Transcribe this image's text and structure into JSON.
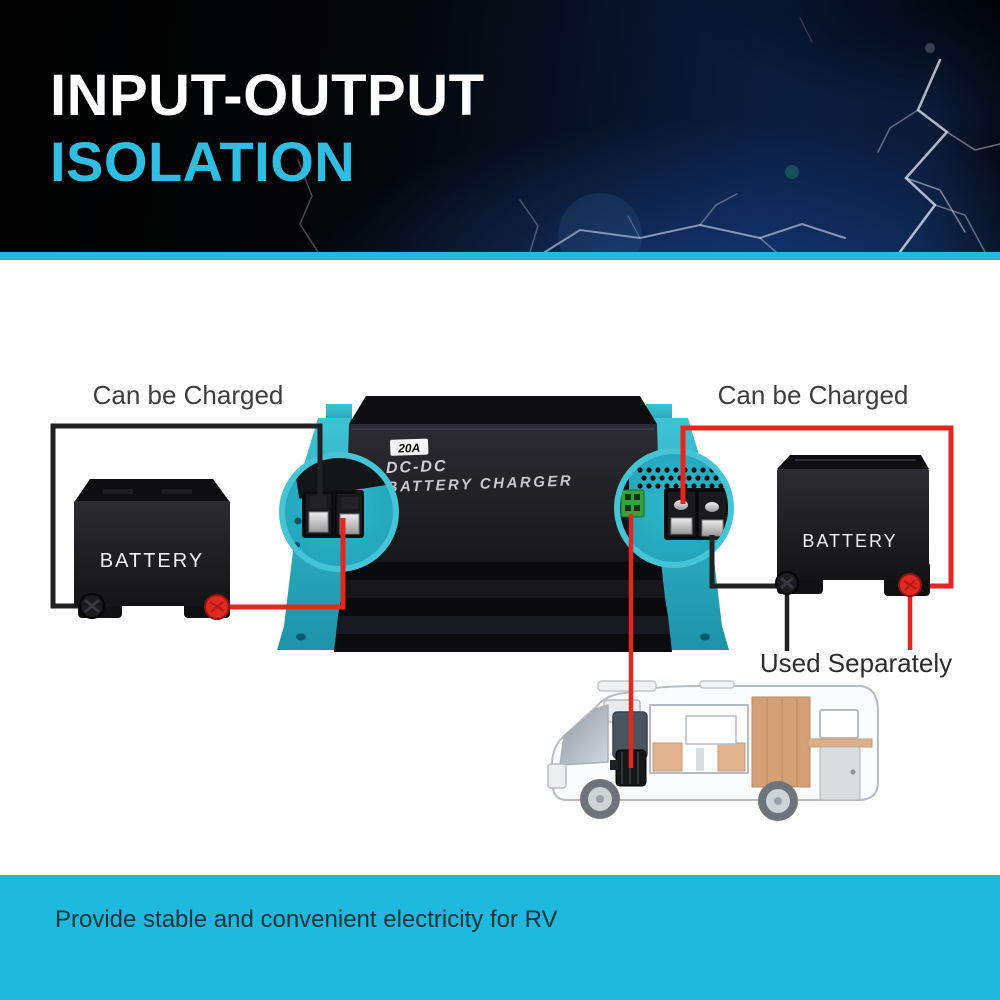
{
  "header": {
    "title_line1": "INPUT-OUTPUT",
    "title_line2": "ISOLATION"
  },
  "diagram": {
    "left_callout": "Can be Charged",
    "right_callout": "Can be Charged",
    "used_separately": "Used Separately",
    "left_battery_label": "BATTERY",
    "right_battery_label": "BATTERY",
    "charger": {
      "badge": "20A",
      "name_line1": "DC-DC",
      "name_line2": "BATTERY CHARGER"
    }
  },
  "footer": {
    "caption": "Provide stable and convenient electricity for RV"
  },
  "colors": {
    "accent_cyan": "#27b6e0",
    "footer_cyan": "#1fb9dd",
    "device_teal": "#2eb4c6",
    "wire_red": "#e42620",
    "wire_black": "#212124",
    "battery_red_terminal": "#e02822"
  }
}
